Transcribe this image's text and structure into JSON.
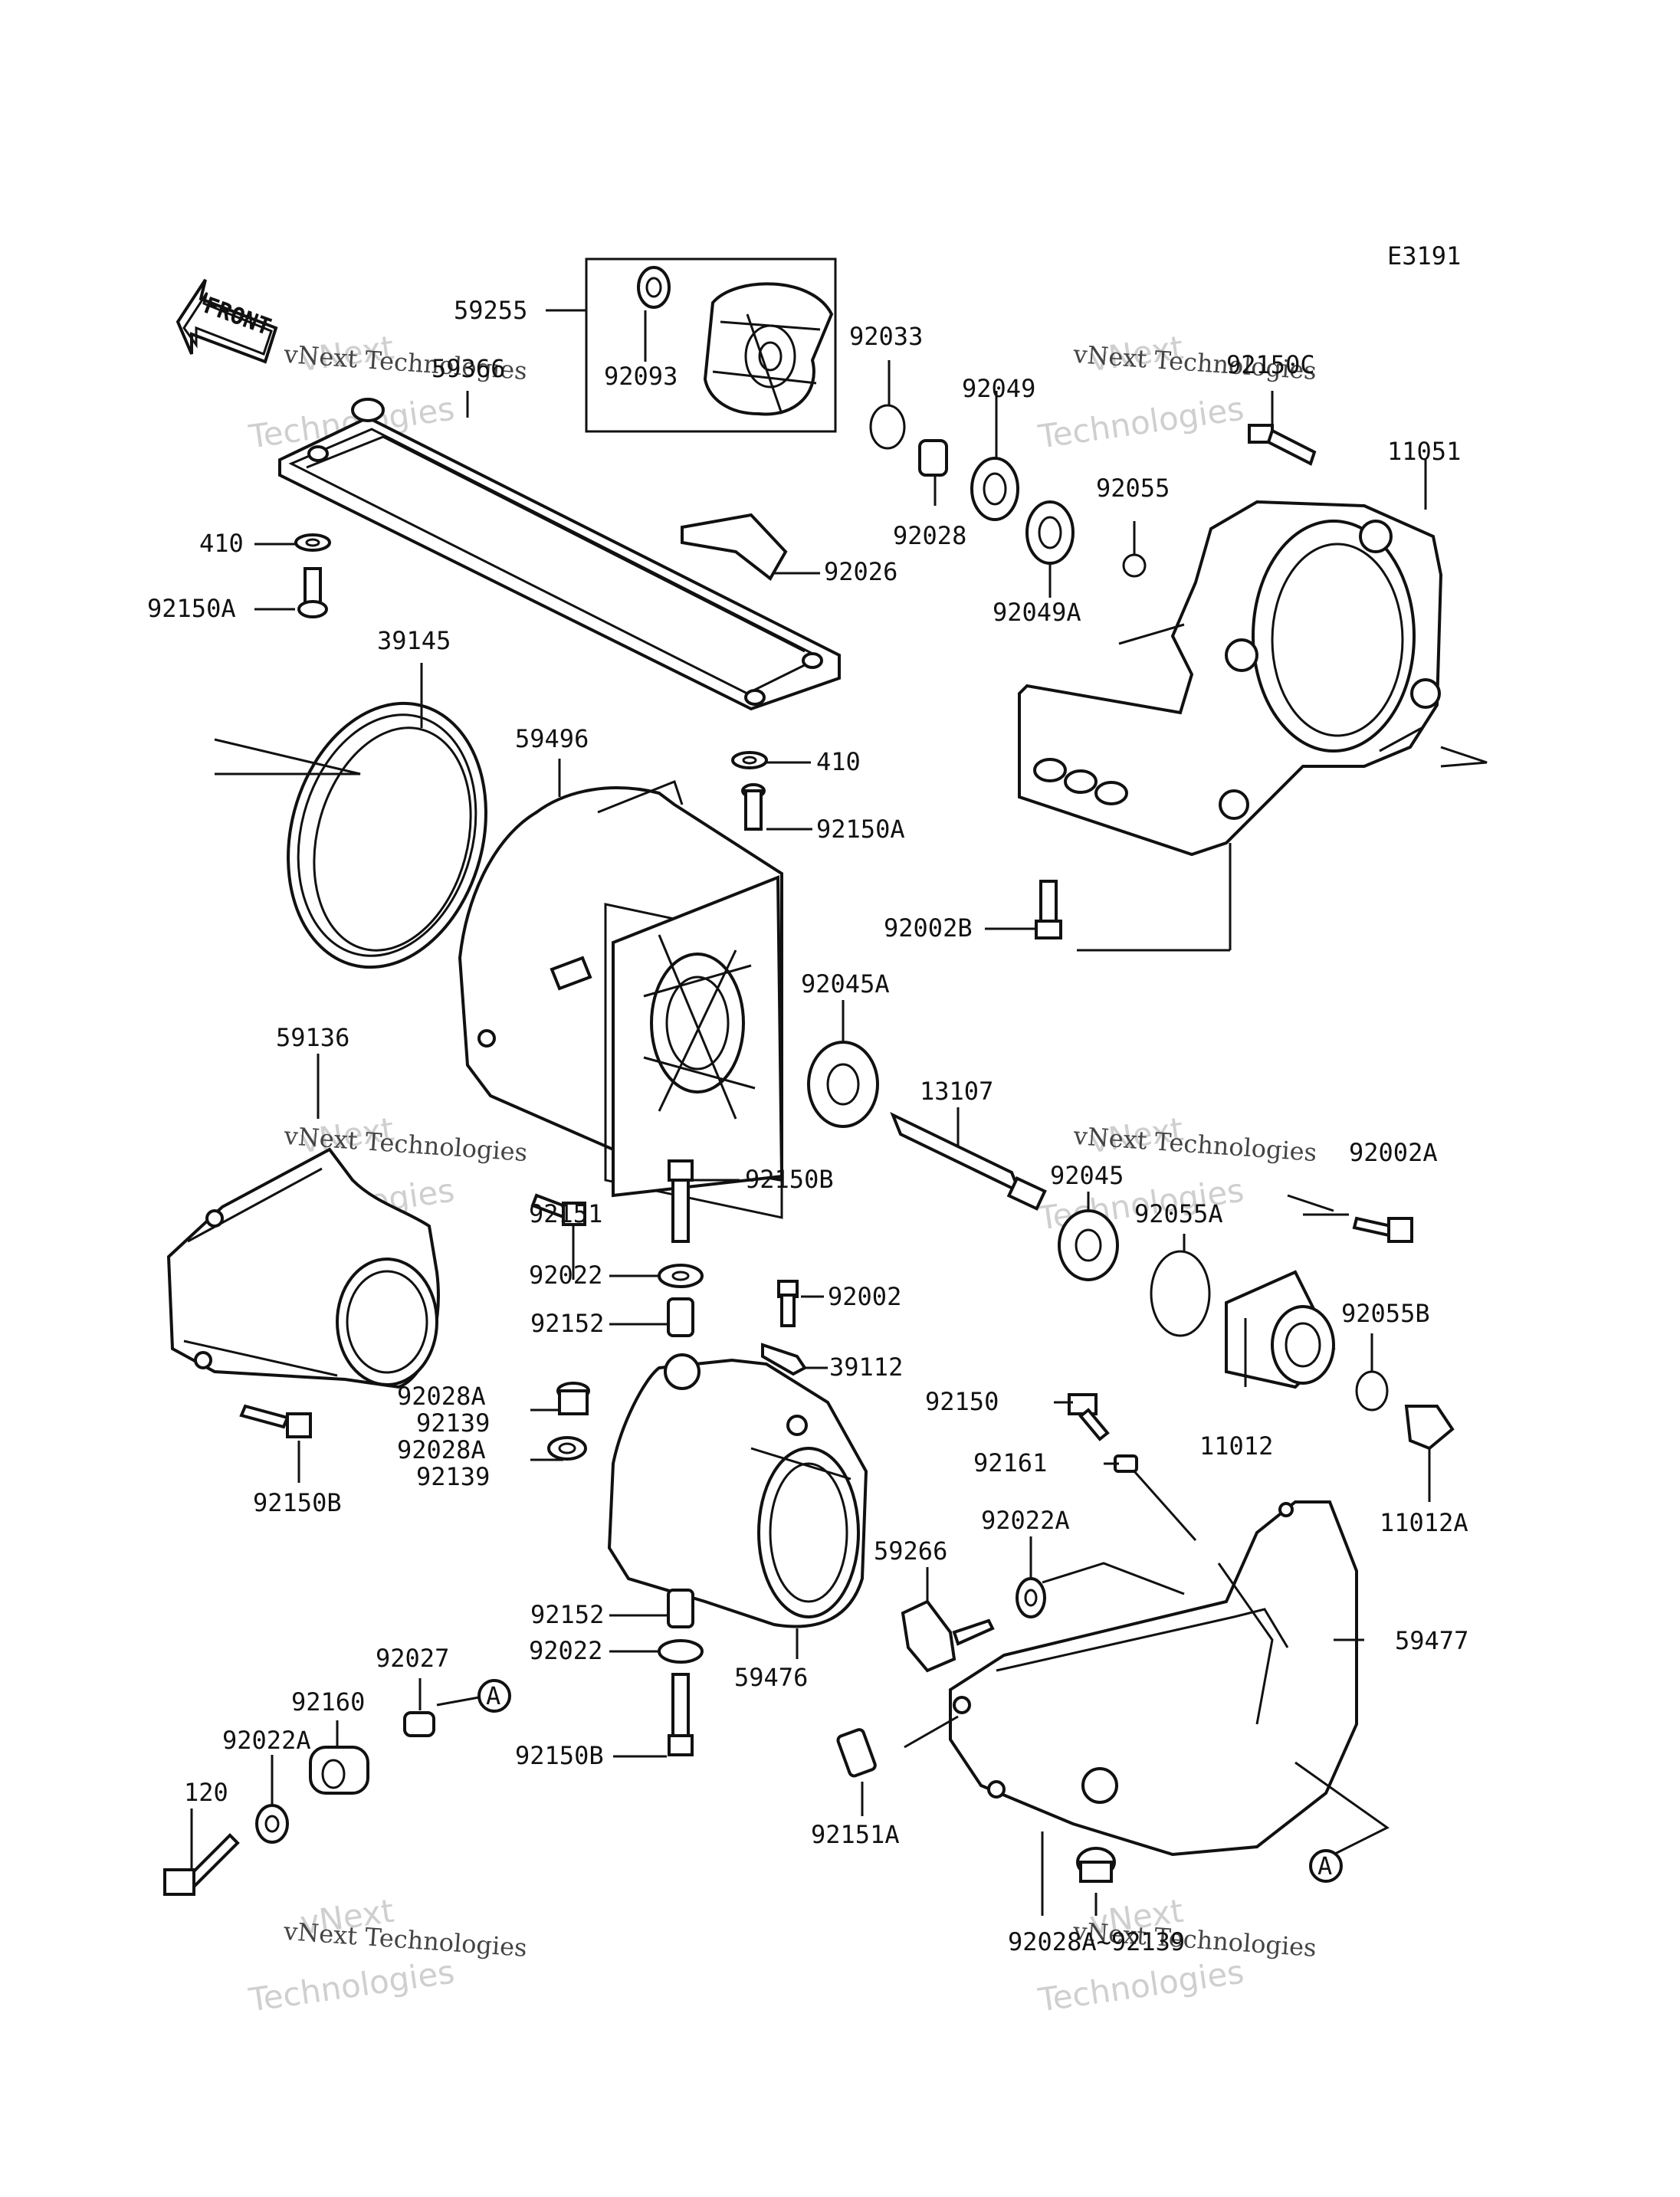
{
  "diagram": {
    "code": "E3191",
    "front_label": "FRONT",
    "callout_a": "A",
    "labels": {
      "p59255": "59255",
      "p92093": "92093",
      "p59366": "59366",
      "p92033": "92033",
      "p92049": "92049",
      "p92028": "92028",
      "p92055": "92055",
      "p92049A": "92049A",
      "p92026": "92026",
      "p92150C": "92150C",
      "p11051": "11051",
      "p410a": "410",
      "p92150Aa": "92150A",
      "p39145": "39145",
      "p59496": "59496",
      "p410b": "410",
      "p92150Ab": "92150A",
      "p92002B": "92002B",
      "p92045A": "92045A",
      "p13107": "13107",
      "p59136": "59136",
      "p92151": "92151",
      "p92150Ba": "92150B",
      "p92045": "92045",
      "p92002A": "92002A",
      "p92055A": "92055A",
      "p92022a": "92022",
      "p92002": "92002",
      "p92152a": "92152",
      "p39112": "39112",
      "p92055B": "92055B",
      "p92028Aa": "92028A",
      "p92139a": "92139",
      "p92028Ab": "92028A",
      "p92139b": "92139",
      "p92150Bb": "92150B",
      "p92150": "92150",
      "p11012": "11012",
      "p11012A": "11012A",
      "p92161": "92161",
      "p92022A": "92022A",
      "p59266": "59266",
      "p92152b": "92152",
      "p92022b": "92022",
      "p59476": "59476",
      "p59477": "59477",
      "p92027": "92027",
      "p92160": "92160",
      "p92022Ab": "92022A",
      "p120": "120",
      "p92150Bc": "92150B",
      "p92151A": "92151A",
      "p92028A92139": "92028A~92139"
    },
    "watermark": {
      "line1": "vNext",
      "line2": "Technologies",
      "caption": "vNext Technologies"
    }
  }
}
